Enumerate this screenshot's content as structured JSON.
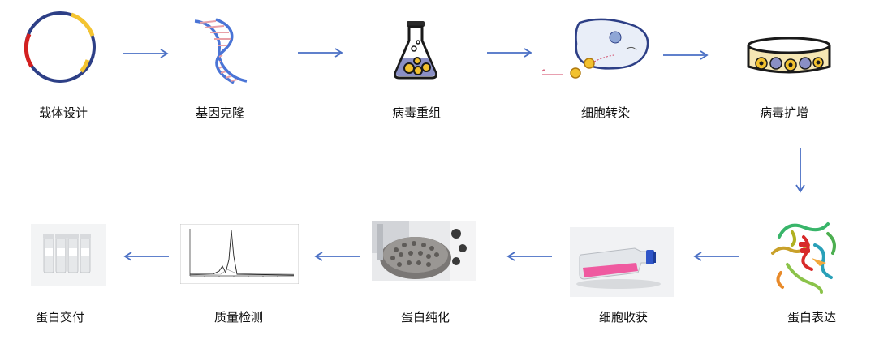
{
  "steps": [
    {
      "label": "载体设计",
      "icon": "plasmid-vector-icon"
    },
    {
      "label": "基因克隆",
      "icon": "dna-helix-icon"
    },
    {
      "label": "病毒重组",
      "icon": "conical-flask-icon"
    },
    {
      "label": "细胞转染",
      "icon": "cell-transfection-icon"
    },
    {
      "label": "病毒扩增",
      "icon": "petri-dish-icon"
    },
    {
      "label": "蛋白表达",
      "icon": "protein-structure-icon"
    },
    {
      "label": "细胞收获",
      "icon": "cell-culture-flask-icon"
    },
    {
      "label": "蛋白纯化",
      "icon": "purification-instrument-icon"
    },
    {
      "label": "质量检测",
      "icon": "chromatogram-icon"
    },
    {
      "label": "蛋白交付",
      "icon": "sample-vials-icon"
    }
  ],
  "colors": {
    "arrow": "#4a6fc4",
    "plasmid_blue": "#2d3f86",
    "plasmid_red": "#d32020",
    "plasmid_yellow": "#f4c430",
    "dna_blue": "#4a74d6",
    "dna_pink": "#e8a0a8",
    "yolk": "#f2c12e",
    "pink_media": "#ef5aa0"
  }
}
